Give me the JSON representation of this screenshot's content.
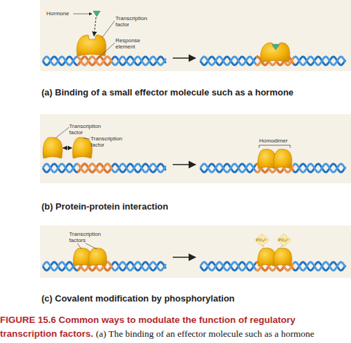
{
  "diagram": {
    "caption": "FIGURE 15.6 Common ways to modulate the function of regulatory transcription factors.",
    "labels": [
      "Hormone",
      "Transcription factor",
      "Response element",
      "(a) Binding of a small effector molecule such as a hormone",
      "Transcription factor",
      "Transcription factor",
      "Homodimer",
      "(b) Protein-protein interaction",
      "Transcription factors",
      "PO₄²⁻",
      "PO₄²⁻",
      "(c) Covalent modification by phosphorylation",
      "(a) The binding of an effector molecule such as a hormone"
    ]
  }
}
